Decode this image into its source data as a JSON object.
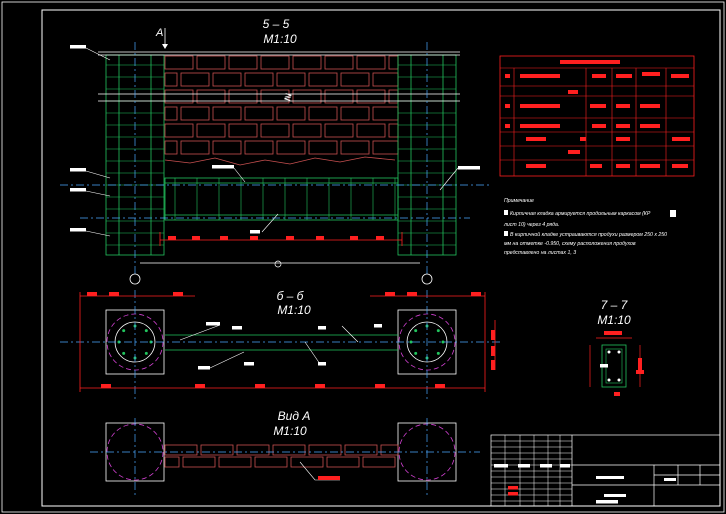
{
  "sections": {
    "s55": {
      "title": "5 – 5",
      "scale": "М1:10"
    },
    "s66": {
      "title": "б – б",
      "scale": "М1:10"
    },
    "s77": {
      "title": "7 – 7",
      "scale": "М1:10"
    },
    "view_a": {
      "title": "Вид А",
      "scale": "М1:10"
    },
    "view_marker": "А"
  },
  "notes": {
    "heading": "Примечание",
    "line1": "Кирпичная кладка армируется продольным каркасом (КР",
    "line2": "лист 10) через 4 ряда.",
    "line3": "В кирпичной кладке устраиваются продухи размером 250 х 250",
    "line4": "мм на отметке  -0.950, схему расположения продухов",
    "line5": "представлено на листах 1, 3"
  },
  "colors": {
    "background": "#000000",
    "frame": "#ffffff",
    "brick": "#c85050",
    "rebar": "#22c55e",
    "dimension": "#ff2020",
    "axis": "#4aa8ff",
    "pile": "#d040d0",
    "leader": "#ffffff"
  }
}
